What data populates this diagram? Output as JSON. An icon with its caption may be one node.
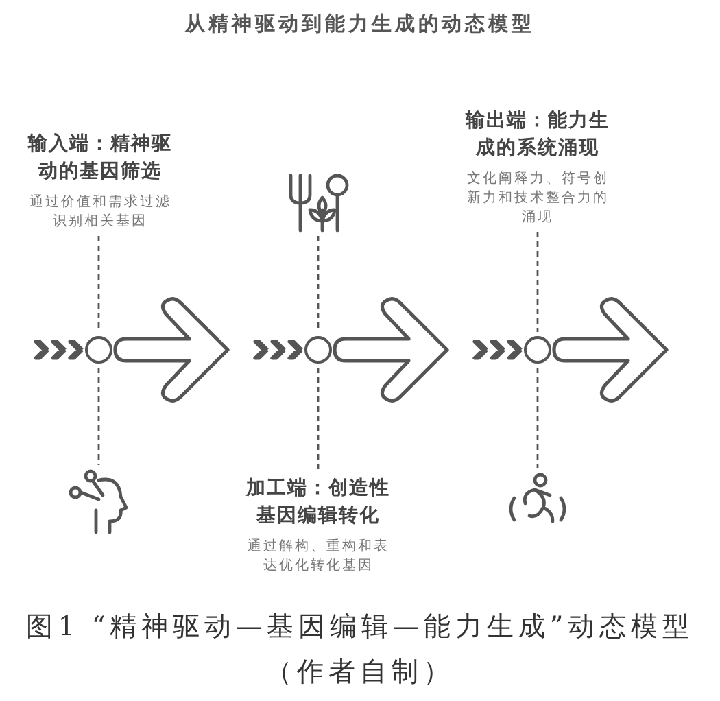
{
  "diagram": {
    "title": "从精神驱动到能力生成的动态模型",
    "caption": "图1 “精神驱动—基因编辑—能力生成”动态模型（作者自制）",
    "nodes": [
      {
        "text": [
          "输入端：精神驱动的基因筛选",
          "通过价值和需求过滤识别相关基因"
        ]
      },
      {
        "text": [],
        "shape": "circle"
      },
      {
        "text": [],
        "shape": "picture"
      },
      {
        "text": [],
        "shape": "picture"
      },
      {
        "text": [],
        "shape": "circle"
      },
      {
        "text": [
          "加工端：创造性基因编辑转化",
          "通过解构、重构和表达优化转化基因"
        ]
      },
      {
        "text": [
          "输出端：能力生成的系统涌现",
          "文化阐释力、符号创新力和技术整合力的涌现"
        ]
      },
      {
        "text": [],
        "shape": "circle"
      },
      {
        "text": [],
        "shape": "picture"
      }
    ],
    "edges": [
      {
        "from": 0,
        "to": 1,
        "arrow": "none",
        "style": "dashed"
      },
      {
        "from": 1,
        "to": 2,
        "arrow": "none",
        "style": "dashed"
      },
      {
        "from": 3,
        "to": 4,
        "arrow": "none",
        "style": "dashed"
      },
      {
        "from": 4,
        "to": 5,
        "arrow": "none",
        "style": "dashed"
      },
      {
        "from": 6,
        "to": 7,
        "arrow": "none",
        "style": "dashed"
      },
      {
        "from": 7,
        "to": 8,
        "arrow": "none",
        "style": "dashed"
      }
    ]
  }
}
